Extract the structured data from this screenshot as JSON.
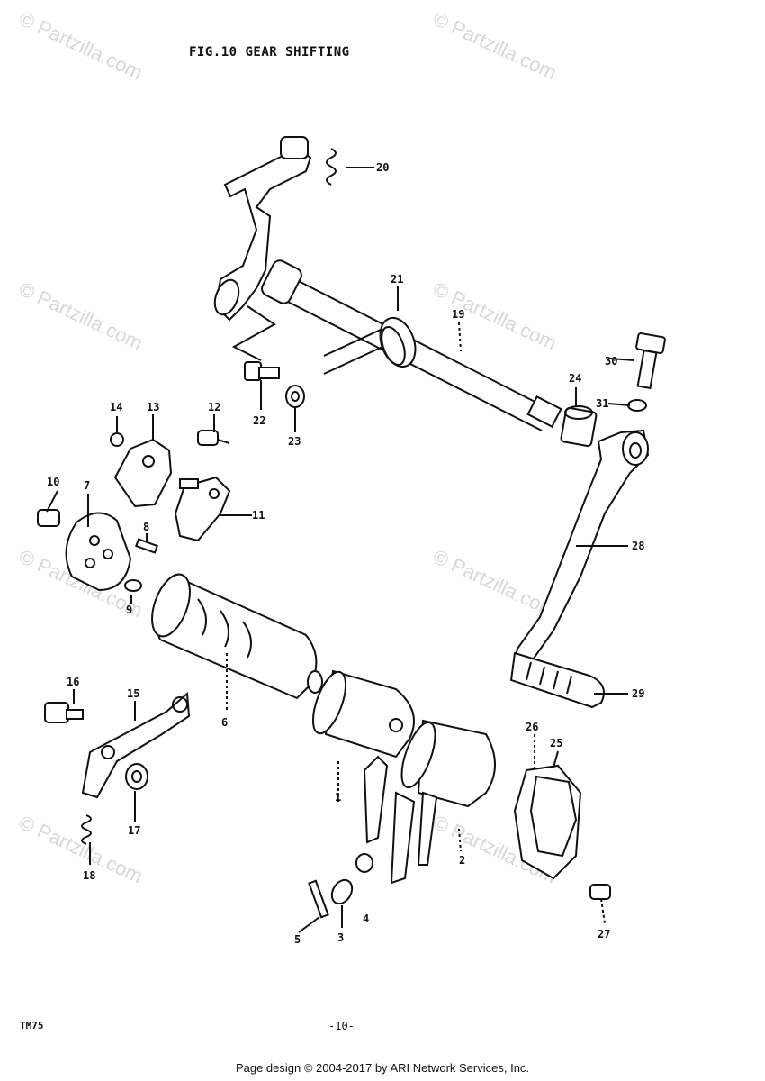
{
  "figure": {
    "title": "FIG.10  GEAR SHIFTING"
  },
  "watermarks": [
    "© Partzilla.com",
    "© Partzilla.com",
    "© Partzilla.com",
    "© Partzilla.com",
    "© Partzilla.com",
    "© Partzilla.com",
    "© Partzilla.com",
    "© Partzilla.com"
  ],
  "callouts": [
    "1",
    "2",
    "3",
    "4",
    "5",
    "6",
    "7",
    "8",
    "9",
    "10",
    "11",
    "12",
    "13",
    "14",
    "15",
    "16",
    "17",
    "18",
    "19",
    "20",
    "21",
    "22",
    "23",
    "24",
    "25",
    "26",
    "27",
    "28",
    "29",
    "30",
    "31"
  ],
  "footer": {
    "model": "TM75",
    "page": "-10-",
    "copyright": "Page design © 2004-2017 by ARI Network Services, Inc."
  }
}
